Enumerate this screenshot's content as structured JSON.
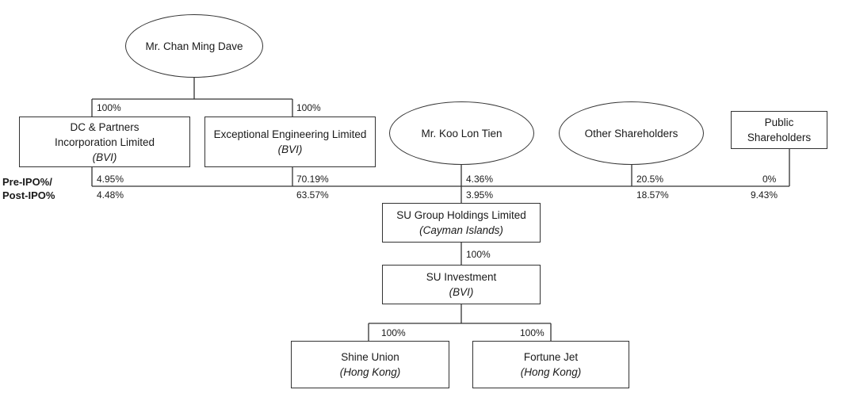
{
  "axis_label": {
    "line1": "Pre-IPO%/",
    "line2": "Post-IPO%"
  },
  "entities": {
    "chan": {
      "name": "Mr. Chan Ming Dave"
    },
    "dc": {
      "line1": "DC & Partners",
      "line2": "Incorporation Limited",
      "jurisdiction": "(BVI)"
    },
    "exceptional": {
      "name": "Exceptional Engineering Limited",
      "jurisdiction": "(BVI)"
    },
    "koo": {
      "name": "Mr. Koo Lon Tien"
    },
    "other": {
      "name": "Other Shareholders"
    },
    "public": {
      "line1": "Public",
      "line2": "Shareholders"
    },
    "su_group": {
      "name": "SU Group Holdings Limited",
      "jurisdiction": "(Cayman Islands)"
    },
    "su_investment": {
      "name": "SU Investment",
      "jurisdiction": "(BVI)"
    },
    "shine": {
      "name": "Shine Union",
      "jurisdiction": "(Hong Kong)"
    },
    "fortune": {
      "name": "Fortune Jet",
      "jurisdiction": "(Hong Kong)"
    }
  },
  "holdings": {
    "chan_dc": "100%",
    "chan_exceptional": "100%",
    "dc_pre": "4.95%",
    "dc_post": "4.48%",
    "exceptional_pre": "70.19%",
    "exceptional_post": "63.57%",
    "koo_pre": "4.36%",
    "koo_post": "3.95%",
    "other_pre": "20.5%",
    "other_post": "18.57%",
    "public_pre": "0%",
    "public_post": "9.43%",
    "su_group_su_investment": "100%",
    "su_investment_shine": "100%",
    "su_investment_fortune": "100%"
  }
}
